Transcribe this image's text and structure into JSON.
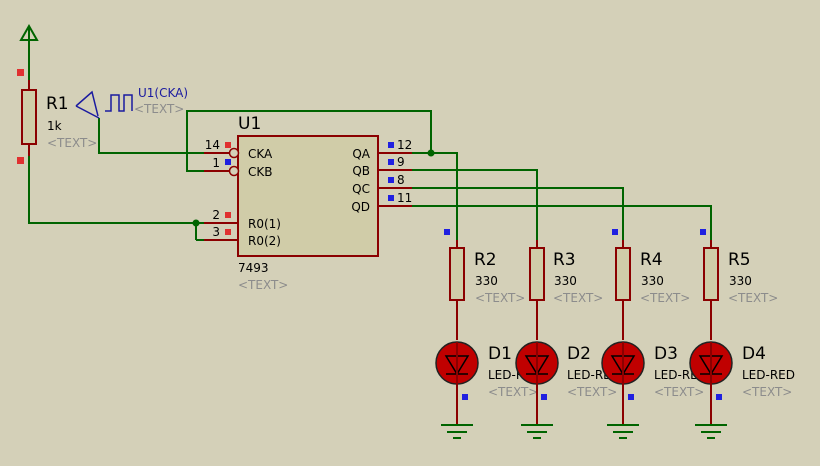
{
  "colors": {
    "background": "#d4d0b8",
    "wire": "#006400",
    "component": "#8b0000",
    "body_fill": "#d0cca8",
    "led_fill": "#c00000",
    "pin_marker_red": "#e03030",
    "pin_marker_blue": "#2020e0",
    "generator": "#1a1aa0",
    "placeholder_text": "#8c8c8c"
  },
  "placeholder": "<TEXT>",
  "generator": {
    "label": "U1(CKA)",
    "placeholder": "<TEXT>"
  },
  "resistor_r1": {
    "ref": "R1",
    "value": "1k",
    "placeholder": "<TEXT>"
  },
  "ic": {
    "ref": "U1",
    "part": "7493",
    "placeholder": "<TEXT>",
    "left_pins": [
      {
        "num": "14",
        "name": "CKA"
      },
      {
        "num": "1",
        "name": "CKB"
      },
      {
        "num": "2",
        "name": "R0(1)"
      },
      {
        "num": "3",
        "name": "R0(2)"
      }
    ],
    "right_pins": [
      {
        "num": "12",
        "name": "QA"
      },
      {
        "num": "9",
        "name": "QB"
      },
      {
        "num": "8",
        "name": "QC"
      },
      {
        "num": "11",
        "name": "QD"
      }
    ]
  },
  "resistors": [
    {
      "ref": "R2",
      "value": "330",
      "placeholder": "<TEXT>"
    },
    {
      "ref": "R3",
      "value": "330",
      "placeholder": "<TEXT>"
    },
    {
      "ref": "R4",
      "value": "330",
      "placeholder": "<TEXT>"
    },
    {
      "ref": "R5",
      "value": "330",
      "placeholder": "<TEXT>"
    }
  ],
  "leds": [
    {
      "ref": "D1",
      "value": "LED-RED",
      "placeholder": "<TEXT>"
    },
    {
      "ref": "D2",
      "value": "LED-RED",
      "placeholder": "<TEXT>"
    },
    {
      "ref": "D3",
      "value": "LED-RED",
      "placeholder": "<TEXT>"
    },
    {
      "ref": "D4",
      "value": "LED-RED",
      "placeholder": "<TEXT>"
    }
  ]
}
